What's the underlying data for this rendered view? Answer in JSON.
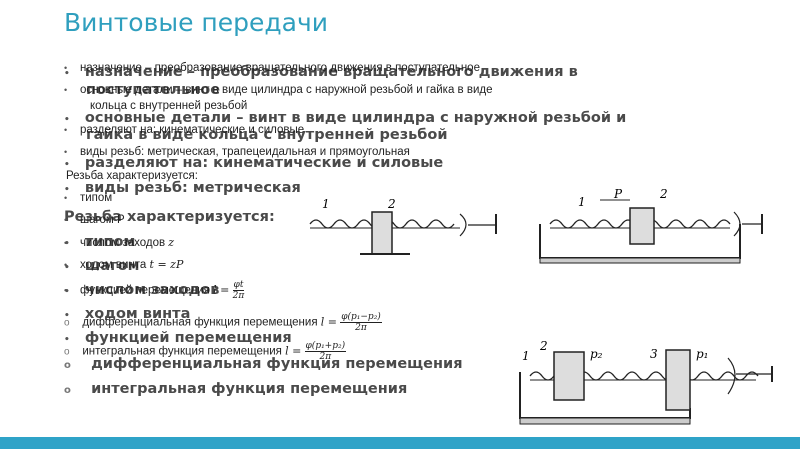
{
  "slide": {
    "title": "Винтовые передачи"
  },
  "layer_big": {
    "items": [
      "назначение – преобразование вращательного движения в",
      "поступательное",
      "основные детали – винт в виде цилиндра с наружной резьбой и",
      "гайка в виде кольца с внутренней резьбой",
      "разделяют на: кинематические и силовые",
      "виды резьб: метрическая, трапецеидальная и пря",
      "Резьба характеризуется:",
      "типом",
      "шагом",
      "числом заходов",
      "ходом винта",
      "функцией перемещения",
      "дифференциальная функция перемещения",
      "интегральная функция перемещения"
    ]
  },
  "layer_small": {
    "items": [
      "назначение – преобразование вращательного движения в поступательное",
      "основные детали – винт в виде цилиндра с наружной резьбой и гайка в виде",
      "кольца с внутренней резьбой",
      "разделяют на: кинематические и силовые",
      "виды резьб: метрическая, трапецеидальная и прямоугольная",
      "Резьба характеризуется:",
      "типом",
      "шагом P",
      "числом заходов",
      "ходом винта",
      "функцией перемещения",
      "дифференциальная функция перемещения",
      "интегральная функция перемещения"
    ],
    "formulas": {
      "starts_var": "z",
      "lead": "t = zP",
      "func_lhs": "l =",
      "func_num": "φt",
      "func_den": "2π",
      "diff_lhs": "l =",
      "diff_num": "φ(p₁−p₂)",
      "diff_den": "2π",
      "int_lhs": "l =",
      "int_num": "φ(p₁+p₂)",
      "int_den": "2π"
    }
  },
  "figures": {
    "fig1": {
      "labels": [
        "1",
        "2"
      ]
    },
    "fig2": {
      "labels": [
        "1",
        "P",
        "2"
      ]
    },
    "fig3": {
      "labels": [
        "1",
        "2",
        "p₂",
        "3",
        "p₁"
      ]
    }
  },
  "colors": {
    "accent": "#2f9fbe",
    "bar": "#2fa3c8"
  }
}
